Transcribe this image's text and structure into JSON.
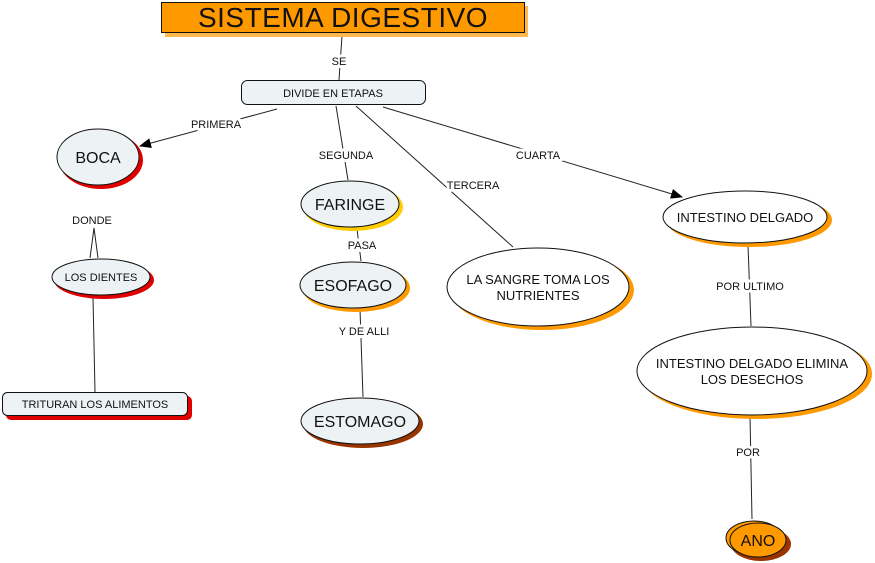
{
  "title": "SISTEMA DIGESTIVO",
  "nodes": {
    "divide": "DIVIDE EN ETAPAS",
    "boca": "BOCA",
    "dientes": "LOS DIENTES",
    "trituran": "TRITURAN LOS ALIMENTOS",
    "faringe": "FARINGE",
    "esofago": "ESOFAGO",
    "estomago": "ESTOMAGO",
    "sangre_1": "LA SANGRE TOMA LOS",
    "sangre_2": "NUTRIENTES",
    "intestino": "INTESTINO DELGADO",
    "elimina_1": "INTESTINO DELGADO ELIMINA",
    "elimina_2": "LOS DESECHOS",
    "ano": "ANO"
  },
  "links": {
    "se": "SE",
    "primera": "PRIMERA",
    "segunda": "SEGUNDA",
    "tercera": "TERCERA",
    "cuarta": "CUARTA",
    "donde": "DONDE",
    "pasa": "PASA",
    "y_de_alli": "Y DE ALLI",
    "por_ultimo": "POR ULTIMO",
    "por": "POR"
  },
  "colors": {
    "orange": "#ff9900",
    "red": "#e00000",
    "yellow": "#ffcc00",
    "brown": "#993300",
    "node_fill": "#edf3f5"
  }
}
